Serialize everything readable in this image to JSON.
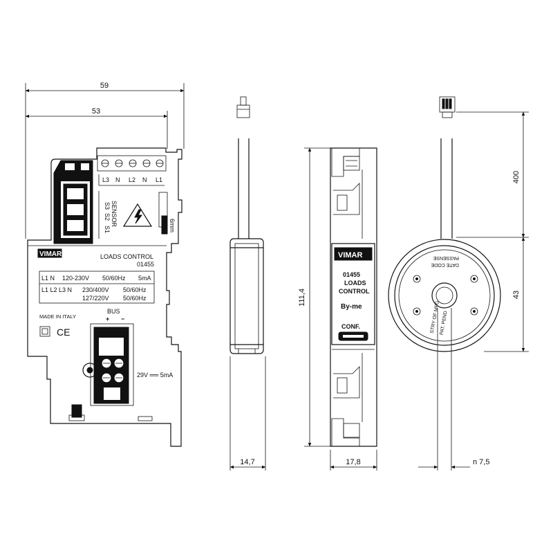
{
  "dimensions": {
    "width_overall": "59",
    "width_body": "53",
    "depth_sensor": "14,7",
    "height_overall": "111,4",
    "depth_module": "17,8",
    "cable_length": "400",
    "sensor_diameter": "43",
    "hole_diameter": "n 7,5",
    "strip_length": "6mm"
  },
  "front": {
    "terminal_labels": [
      "L3",
      "N",
      "L2",
      "N",
      "L1"
    ],
    "sensor_label": "SENSOR",
    "sensor_terminals": [
      "S3",
      "S2",
      "S1"
    ],
    "brand": "VIMAR",
    "product_name": "LOADS CONTROL",
    "product_code": "01455",
    "spec_1_phase": "L1 N",
    "spec_1_voltage": "120-230V",
    "spec_1_freq": "50/60Hz",
    "spec_1_current": "5mA",
    "spec_2_phase": "L1 L2 L3 N",
    "spec_2_voltage": "230/400V",
    "spec_2_freq": "50/60Hz",
    "spec_3_voltage": "127/220V",
    "spec_3_freq": "50/60Hz",
    "made_in": "MADE IN ITALY",
    "ce_mark": "CE",
    "bus_label": "BUS",
    "bus_plus": "+",
    "bus_minus": "−",
    "bus_rating": "29V ══ 5mA"
  },
  "side": {
    "brand": "VIMAR",
    "product_code": "01455",
    "product_name_1": "LOADS",
    "product_name_2": "CONTROL",
    "system": "By-me",
    "conf_label": "CONF."
  },
  "sensor_face": {
    "text_top_1": "PASSENSE",
    "text_top_2": "DATE CODE",
    "text_bottom_1": "STRY OF MFG",
    "text_bottom_2": "PAT. PEND"
  }
}
